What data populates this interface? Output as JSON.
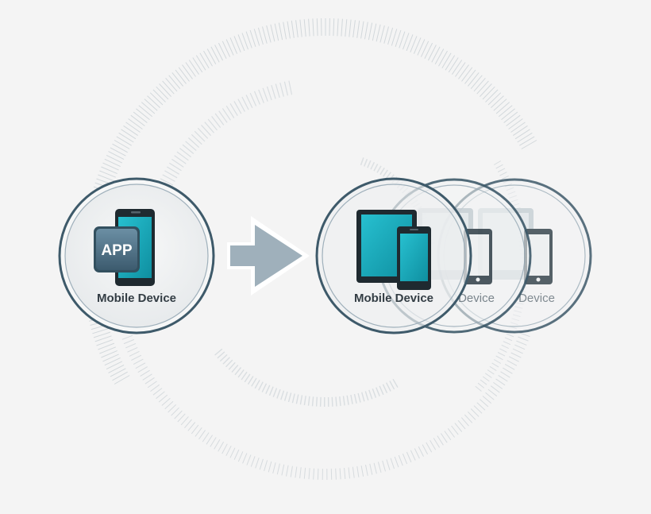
{
  "source": {
    "label": "Mobile Device",
    "app_badge": "APP",
    "icon": "smartphone-with-app-icon"
  },
  "arrow": {
    "icon": "right-arrow-icon"
  },
  "targets": [
    {
      "label": "Mobile Device",
      "icon": "tablet-and-phone-icon"
    },
    {
      "label": "Device",
      "icon": "tablet-and-phone-icon"
    },
    {
      "label": "Device",
      "icon": "tablet-and-phone-icon"
    }
  ],
  "colors": {
    "background": "#f4f4f4",
    "circle_ring": "#3e5a6a",
    "circle_fill": "#eef0f1",
    "screen": "#1aa6b7",
    "device_body": "#1f2a30",
    "app_badge": "#4a6f85",
    "arrow": "#9fb0bb",
    "decor_ticks": "#cfd5d9"
  }
}
